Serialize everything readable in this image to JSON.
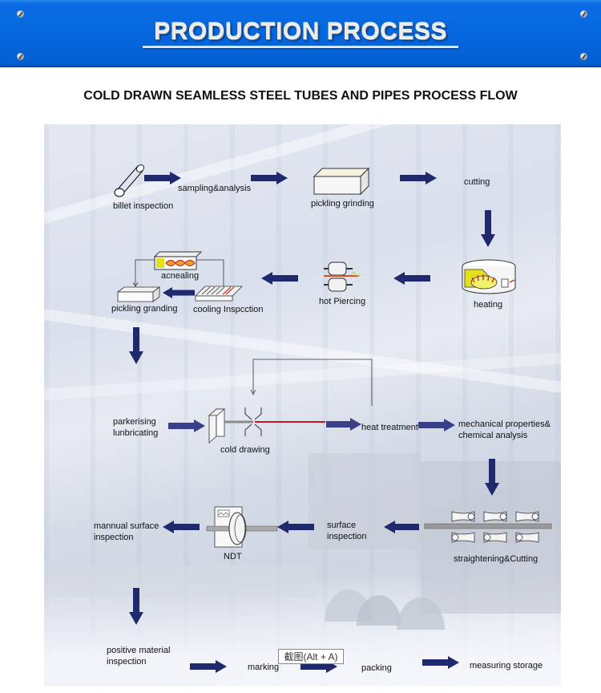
{
  "header": {
    "title": "PRODUCTION PROCESS",
    "background_color": "#0567de"
  },
  "diagram": {
    "title": "COLD DRAWN SEAMLESS STEEL TUBES AND PIPES PROCESS FLOW",
    "arrow_color": "#1f2a6e",
    "steps": {
      "billet_inspection": "billet inspection",
      "sampling_analysis": "sampling&analysis",
      "pickling_grinding": "pickling grinding",
      "cutting": "cutting",
      "heating": "heating",
      "hot_piercing": "hot Piercing",
      "acnealing": "acnealing",
      "cooling_inspection": "cooling Inspcction",
      "pickling_granding": "pickling granding",
      "parkerising_line1": "parkerising",
      "parkerising_line2": "lunbricating",
      "cold_drawing": "cold drawing",
      "heat_treatment": "heat treatment",
      "mechanical_line1": "mechanical properties&",
      "mechanical_line2": "chemical analysis",
      "straightening_cutting": "straightening&Cutting",
      "surface_line1": "surface",
      "surface_line2": "inspection",
      "ndt": "NDT",
      "manual_line1": "mannual surface",
      "manual_line2": "inspection",
      "pmi_line1": "positive material",
      "pmi_line2": "inspection",
      "marking": "marking",
      "packing": "packing",
      "measuring_storage": "measuring storage"
    }
  },
  "overlay": {
    "screenshot_tooltip": "截图(Alt + A)"
  }
}
